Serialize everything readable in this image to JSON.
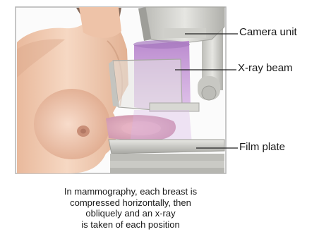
{
  "labels": {
    "camera_unit": "Camera unit",
    "xray_beam": "X-ray beam",
    "film_plate": "Film plate"
  },
  "caption": {
    "lines": [
      "In mammography, each breast is",
      "compressed horizontally, then",
      "obliquely and an x-ray",
      "is taken of each position"
    ]
  },
  "colors": {
    "skin": "#f1cbb0",
    "skin_shadow": "#d9a68a",
    "beam": "#c89ad6",
    "machine": "#d7d7d2",
    "machine_shadow": "#a9a9a4",
    "frame": "#b3b3b3"
  }
}
